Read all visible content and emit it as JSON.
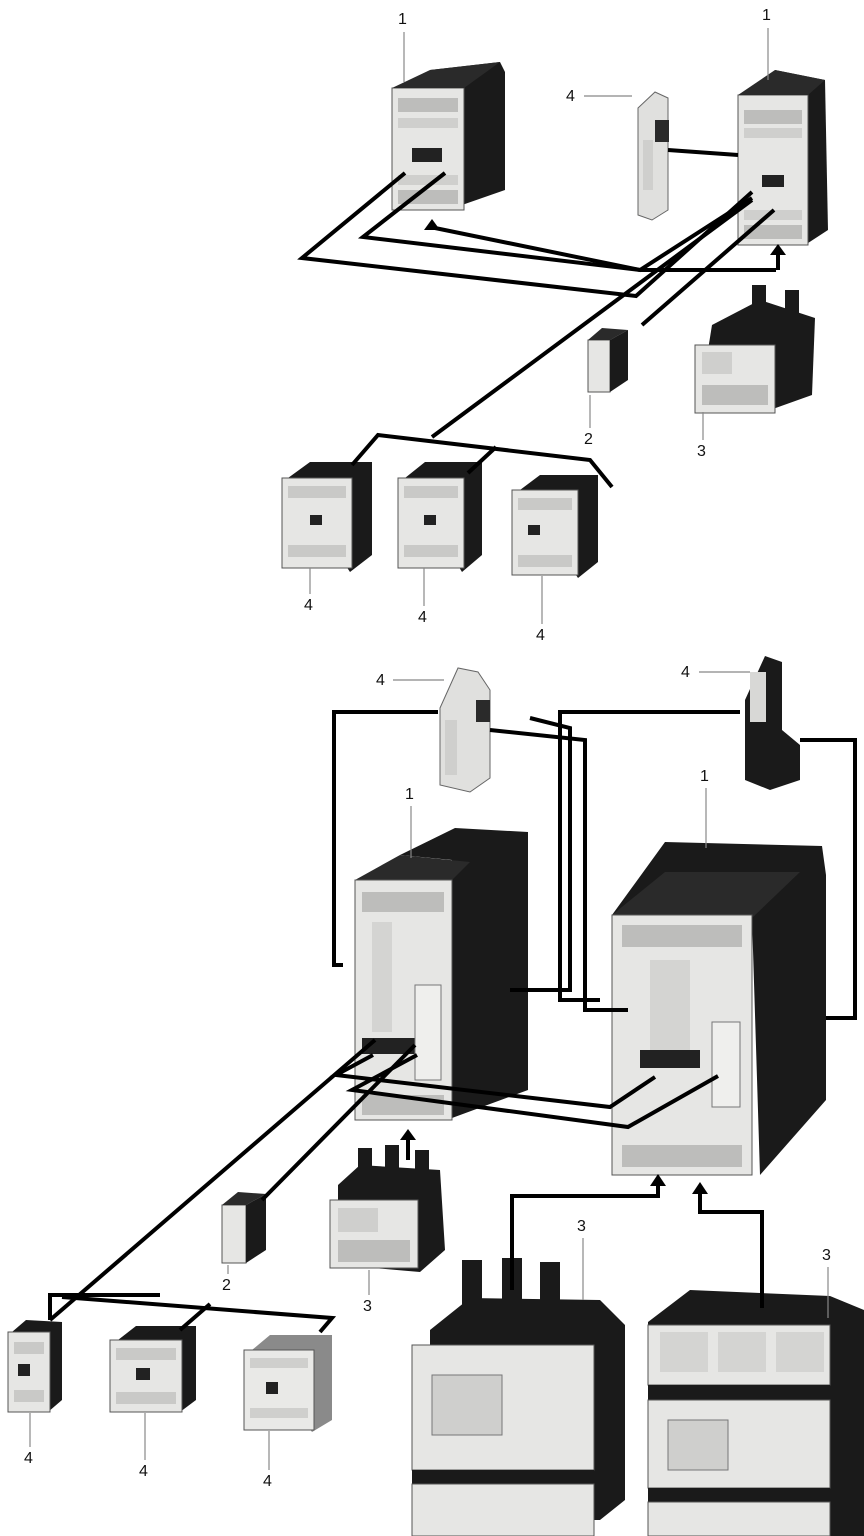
{
  "callouts": {
    "c01": "1",
    "c02": "1",
    "c03": "4",
    "c04": "2",
    "c05": "3",
    "c06": "4",
    "c07": "4",
    "c08": "4",
    "c09": "4",
    "c10": "4",
    "c11": "1",
    "c12": "1",
    "c13": "2",
    "c14": "3",
    "c15": "3",
    "c16": "3",
    "c17": "4",
    "c18": "4",
    "c19": "4"
  },
  "colors": {
    "wire": "#000000",
    "housing_light": "#e6e6e4",
    "housing_dark": "#1a1a1a",
    "leader": "#888888"
  }
}
